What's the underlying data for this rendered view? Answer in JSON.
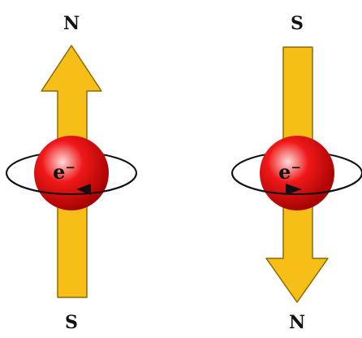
{
  "colors": {
    "arrow_fill": "#f6be17",
    "arrow_stroke": "#8a6a00",
    "electron_light": "#ffd9d9",
    "electron_mid": "#f01818",
    "electron_dark": "#9b0000",
    "orbit": "#111111"
  },
  "electrons": [
    {
      "top_pole": "N",
      "bottom_pole": "S",
      "arrow_direction": "up",
      "label": "e",
      "charge": "−",
      "spin_arrow": "orbit-arrow-icon"
    },
    {
      "top_pole": "S",
      "bottom_pole": "N",
      "arrow_direction": "down",
      "label": "e",
      "charge": "−",
      "spin_arrow": "orbit-arrow-icon"
    }
  ]
}
